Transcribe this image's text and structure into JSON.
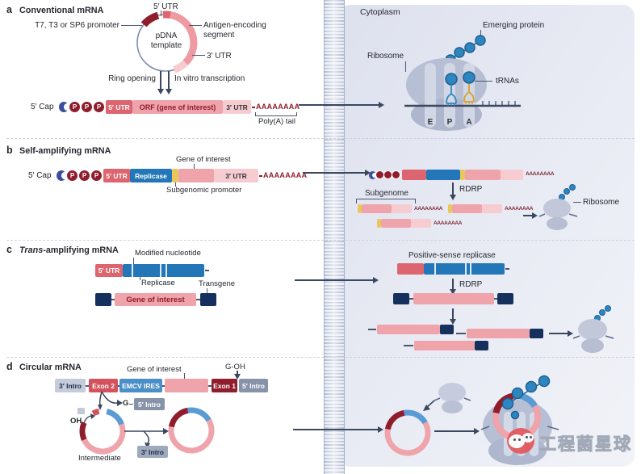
{
  "cytoplasm_label": "Cytoplasm",
  "watermark": "工程菌星球",
  "colors": {
    "red": "#dd6570",
    "pink": "#efa3ab",
    "light_pink": "#f6ccd1",
    "dark_red": "#8f1d2c",
    "blue": "#2377b8",
    "navy": "#16305e",
    "yellow": "#e8c75c",
    "intro_gray": "#8793a9",
    "protein_blue": "#2e86c1",
    "trna_gold": "#d7a22a",
    "membrane": "#b1bad1"
  },
  "a": {
    "letter": "a",
    "title": "Conventional mRNA",
    "utr5_plasmid": "5′ UTR",
    "promoter": "T7, T3 or SP6 promoter",
    "antigen": "Antigen-encoding segment",
    "utr3_plasmid": "3′ UTR",
    "pdna": "pDNA template",
    "ring_opening": "Ring opening",
    "ivt": "In vitro transcription",
    "cap": "5′ Cap",
    "p": "P",
    "utr5": "5′ UTR",
    "orf": "ORF (gene of interest)",
    "utr3": "3′ UTR",
    "polya_seq": "AAAAAAAA",
    "polya_label": "Poly(A) tail",
    "emerging_protein": "Emerging protein",
    "ribosome": "Ribosome",
    "trnas": "tRNAs",
    "site_e": "E",
    "site_p": "P",
    "site_a": "A"
  },
  "b": {
    "letter": "b",
    "title": "Self-amplifying mRNA",
    "cap": "5′ Cap",
    "p": "P",
    "utr5": "5′ UTR",
    "replicase": "Replicase",
    "gene_label": "Gene of interest",
    "subgenomic": "Subgenomic promoter",
    "utr3": "3′ UTR",
    "polya_seq": "AAAAAAAA",
    "rdrp": "RDRP",
    "subgenome": "Subgenome",
    "polya_small": "AAAAAAAA",
    "ribosome": "Ribosome"
  },
  "c": {
    "letter": "c",
    "title_italic": "Trans",
    "title_rest": "-amplifying mRNA",
    "utr5": "5′ UTR",
    "modified": "Modified nucleotide",
    "replicase": "Replicase",
    "gene": "Gene of interest",
    "transgene": "Transgene",
    "pos_replicase": "Positive-sense replicase",
    "rdrp": "RDRP"
  },
  "d": {
    "letter": "d",
    "title": "Circular mRNA",
    "gene_label": "Gene of interest",
    "g_oh": "G-OH",
    "intro3": "3′ Intro",
    "exon2": "Exon 2",
    "emcv": "EMCV IRES",
    "exon1": "Exon 1",
    "intro5": "5′ Intro",
    "g": "G",
    "intro5_rel": "5′ Intro",
    "oh": "OH",
    "intermediate": "Intermediate",
    "intro3_rel": "3′ Intro"
  }
}
